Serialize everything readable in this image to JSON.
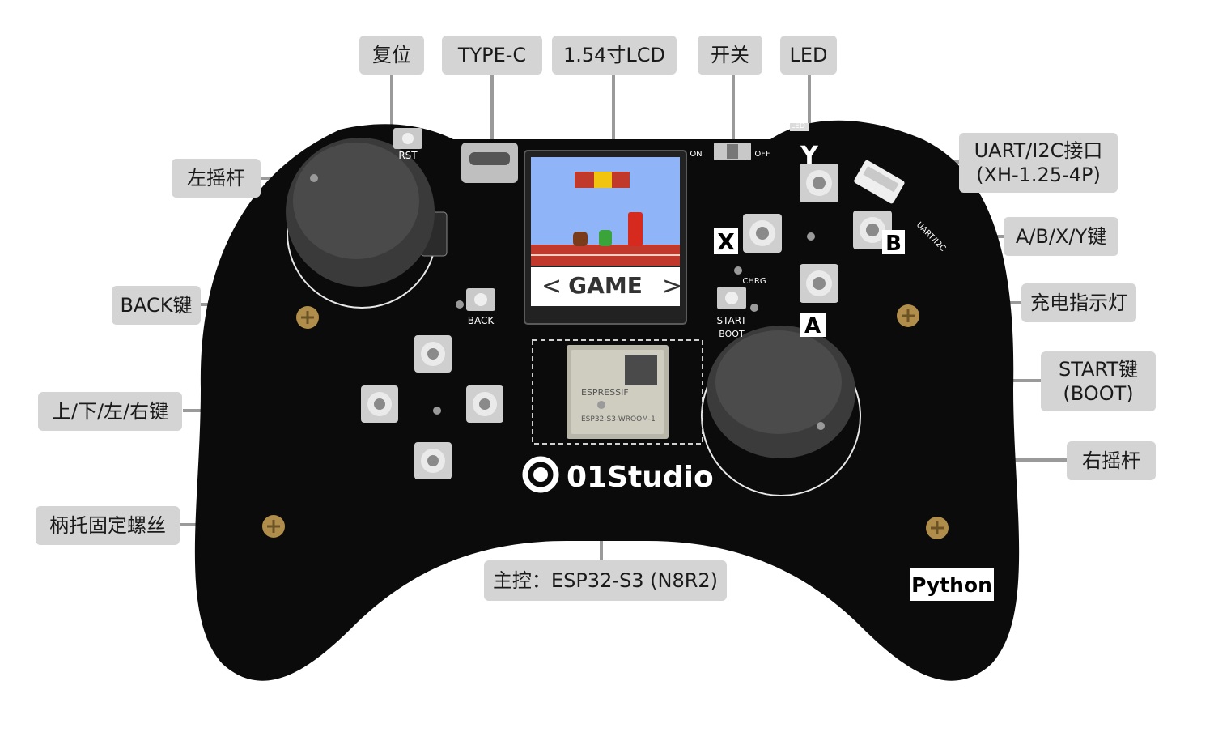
{
  "labels": {
    "reset": "复位",
    "type_c": "TYPE-C",
    "lcd": "1.54寸LCD",
    "power_switch": "开关",
    "led": "LED",
    "left_stick": "左摇杆",
    "uart_line1": "UART/I2C接口",
    "uart_line2": "(XH-1.25-4P)",
    "abxy": "A/B/X/Y键",
    "back": "BACK键",
    "charge_indicator": "充电指示灯",
    "start_line1": "START键",
    "start_line2": "(BOOT)",
    "dpad": "上/下/左/右键",
    "right_stick": "右摇杆",
    "mount_screw": "柄托固定螺丝",
    "mcu": "主控：ESP32-S3 (N8R2)"
  },
  "board": {
    "brand": "01Studio",
    "python_tag": "Python",
    "screen_text": "GAME",
    "screen_left_arrow": "<",
    "screen_right_arrow": ">",
    "silk_rst": "RST",
    "silk_back": "BACK",
    "silk_start": "START",
    "silk_boot": "BOOT",
    "silk_chrg": "CHRG",
    "silk_on": "ON",
    "silk_off": "OFF",
    "silk_uart": "UART/I2C",
    "silk_led": "LED",
    "key_x": "X",
    "key_y": "Y",
    "key_a": "A",
    "key_b": "B",
    "module_vendor": "ESPRESSIF",
    "module_model": "ESP32-S3-WROOM-1"
  },
  "colors": {
    "pcb": "#0b0b0b",
    "label_bg": "#d4d4d4",
    "leader": "#9a9a9a",
    "sky": "#8fb4f8",
    "brick": "#c0392b"
  }
}
